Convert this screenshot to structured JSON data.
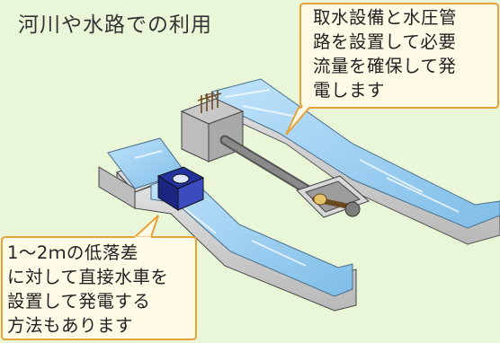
{
  "title": "河川や水路での利用",
  "callouts": {
    "intake": "取水設備と水圧管\n路を設置して必要\n流量を確保して発\n電します",
    "direct": "1～2ｍの低落差\nに対して直接水車を\n設置して発電する\n方法もあります"
  },
  "colors": {
    "background": "#eaf6d8",
    "water": "#9ed0f2",
    "channel_wall": "#d3d3d3",
    "callout_fill": "#fffbe6",
    "callout_stroke": "#e8a23a",
    "penstock_screen": "#1f2a8c"
  }
}
